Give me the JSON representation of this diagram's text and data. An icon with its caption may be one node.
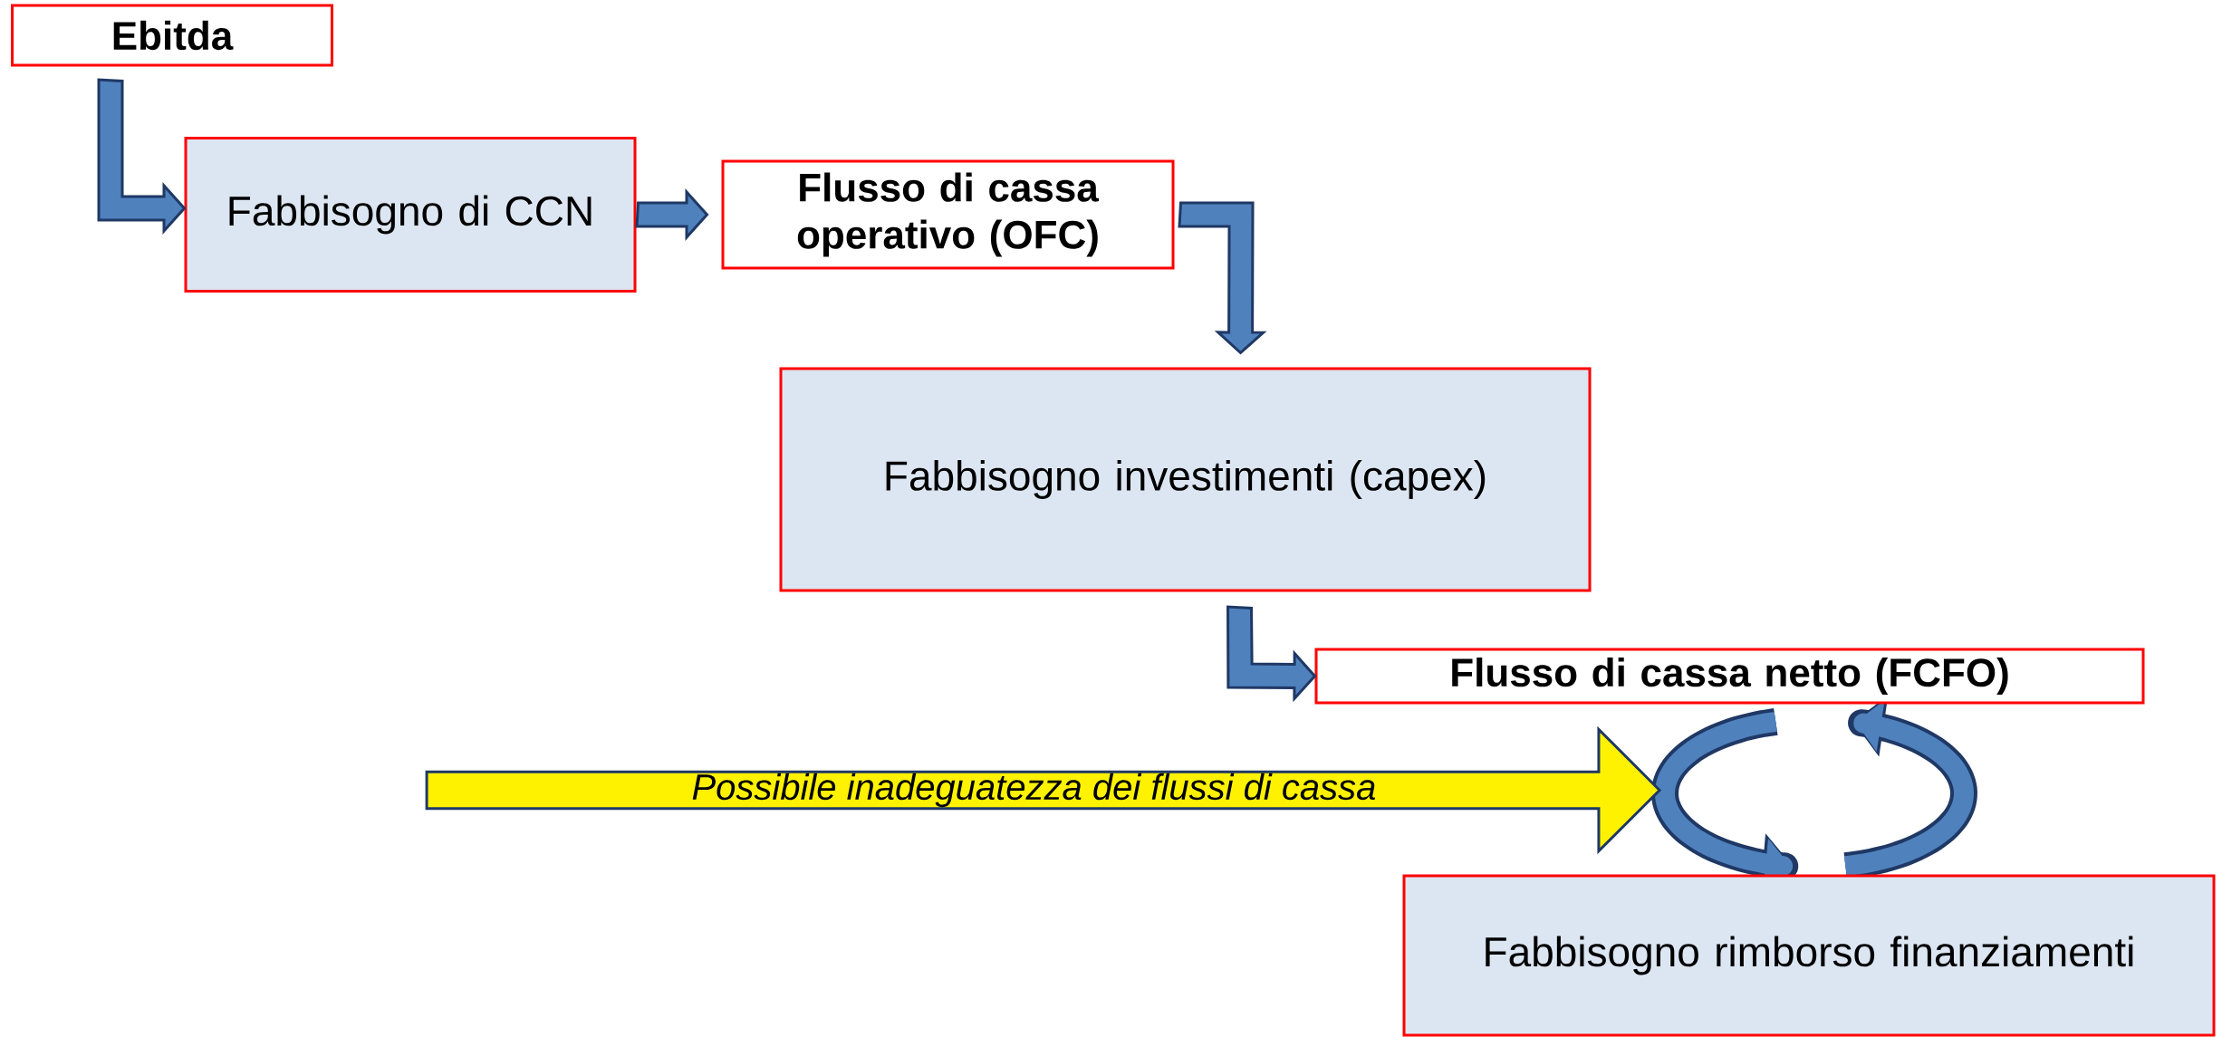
{
  "diagram": {
    "nodes": [
      {
        "text": [
          "Ebitda"
        ]
      },
      {
        "text": [
          "Fabbisogno di CCN"
        ]
      },
      {
        "text": [
          "Flusso di cassa operativo (OFC)"
        ]
      },
      {
        "text": [
          "Fabbisogno investimenti (capex)"
        ]
      },
      {
        "text": [
          "Flusso di cassa netto (FCFO)"
        ]
      },
      {
        "text": [
          "Possibile inadeguatezza dei flussi di cassa"
        ]
      },
      {
        "text": [
          "Fabbisogno rimborso finanziamenti"
        ]
      }
    ],
    "edges": [
      {
        "from": 0,
        "to": 1,
        "arrow": "to"
      },
      {
        "from": 1,
        "to": 2,
        "arrow": "to"
      },
      {
        "from": 2,
        "to": 3,
        "arrow": "to"
      },
      {
        "from": 3,
        "to": 4,
        "arrow": "to"
      }
    ]
  }
}
